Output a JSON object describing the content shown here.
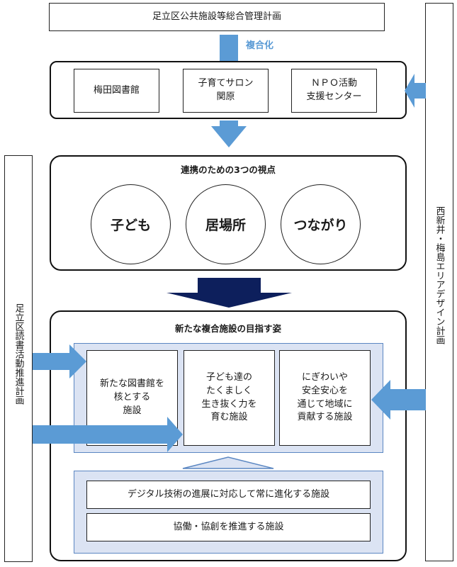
{
  "colors": {
    "arrow_blue": "#5b9bd5",
    "arrow_navy": "#0d1f5c",
    "panel_fill": "#dbe3f3",
    "panel_border": "#5b87c2",
    "label_blue": "#5b9bd5"
  },
  "top_plan": "足立区公共施設等総合管理計画",
  "merge_label": "複合化",
  "facilities": [
    "梅田図書館",
    "子育てサロン\n関原",
    "ＮＰＯ活動\n支援センター"
  ],
  "perspectives": {
    "title": "連携のための3つの視点",
    "items": [
      "子ども",
      "居場所",
      "つながり"
    ]
  },
  "goals": {
    "title": "新たな複合施設の目指す姿",
    "pillars": [
      "新たな図書館を\n核とする\n施設",
      "子ども達の\nたくましく\n生き抜く力を\n育む施設",
      "にぎわいや\n安全安心を\n通じて地域に\n貢献する施設"
    ],
    "foundations": [
      "デジタル技術の進展に対応して常に進化する施設",
      "協働・協創を推進する施設"
    ]
  },
  "side_plans": {
    "left": "足立区読書活動推進計画",
    "right": "西新井・梅島エリアデザイン計画"
  }
}
